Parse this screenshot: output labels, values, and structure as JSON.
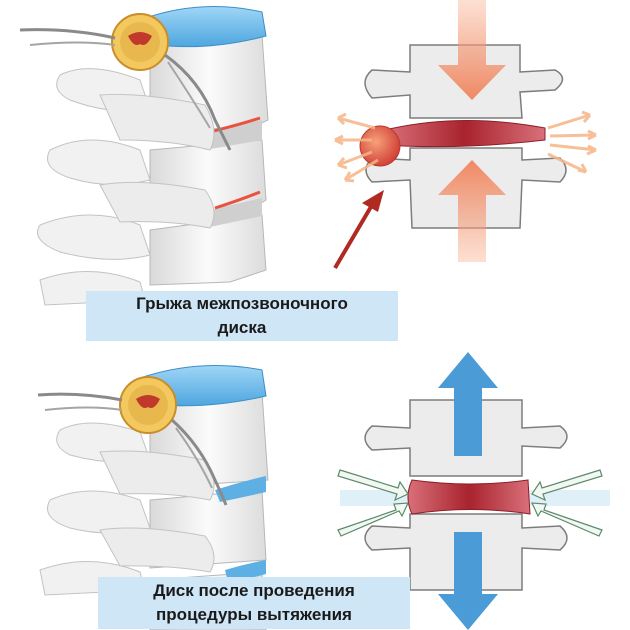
{
  "captions": {
    "herniation": {
      "line1": "Грыжа межпозвоночного",
      "line2": "диска"
    },
    "after_traction": {
      "line1": "Диск после проведения",
      "line2": "процедуры вытяжения"
    }
  },
  "colors": {
    "caption_bg": "#cfe6f7",
    "vertebra": "#ececec",
    "disc_healthy": "#7cc3ef",
    "disc_damaged": "#c0393f",
    "compression_arrow": "#f59a74",
    "traction_arrow": "#4a9bd6",
    "pointer_arrow": "#b22a22",
    "spinal_cord": "#f0c66a"
  }
}
